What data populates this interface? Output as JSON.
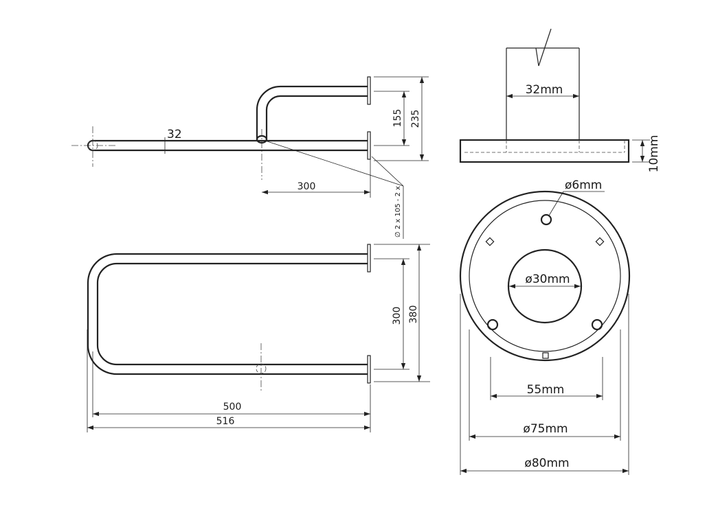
{
  "dimensions": {
    "tube_diameter": "32",
    "side_depth": "300",
    "small_height": "155",
    "total_height": "235",
    "mount_note": "∅ 2 x 105 - 2 x",
    "front_inner_span": "300",
    "front_outer_span": "380",
    "length_inner": "500",
    "length_outer": "516",
    "tube_width_mm": "32mm",
    "plate_thickness_mm": "10mm",
    "hole_mm": "ø6mm",
    "center_hole_mm": "ø30mm",
    "hole_spacing_mm": "55mm",
    "inner_diameter_mm": "ø75mm",
    "outer_diameter_mm": "ø80mm"
  }
}
